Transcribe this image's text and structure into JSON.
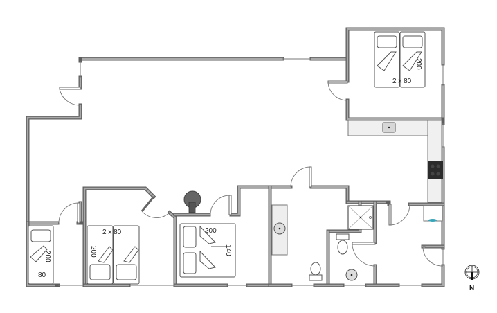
{
  "diagram": {
    "type": "floor-plan",
    "rooms": {
      "bedroom_ne": {
        "bed_label": "2 x 80",
        "length_label": "200"
      },
      "bedroom_sw_single": {
        "width_label": "80",
        "length_label": "200"
      },
      "bedroom_s_twin": {
        "bed_label": "2 x 80",
        "length_label": "200"
      },
      "bedroom_s_double": {
        "width_label": "140",
        "length_label": "200"
      }
    },
    "compass": {
      "label": "N"
    },
    "colors": {
      "wall": "#5e5e5e",
      "wall_fill": "#a9a9a9",
      "counter": "#f0f0f0",
      "stove": "#2b2b2b",
      "stove_fixture": "#6a6a6a",
      "washer_accent": "#3aa6b9"
    }
  }
}
